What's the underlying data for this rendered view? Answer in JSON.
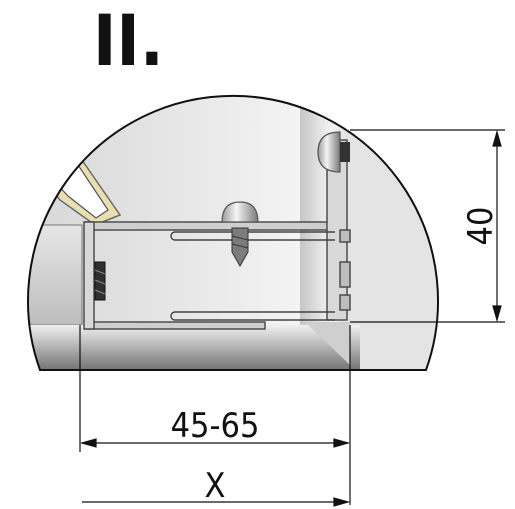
{
  "detail_label": "II.",
  "dimensions": {
    "height_label": "40",
    "range_label": "45-65",
    "x_label": "X"
  }
}
